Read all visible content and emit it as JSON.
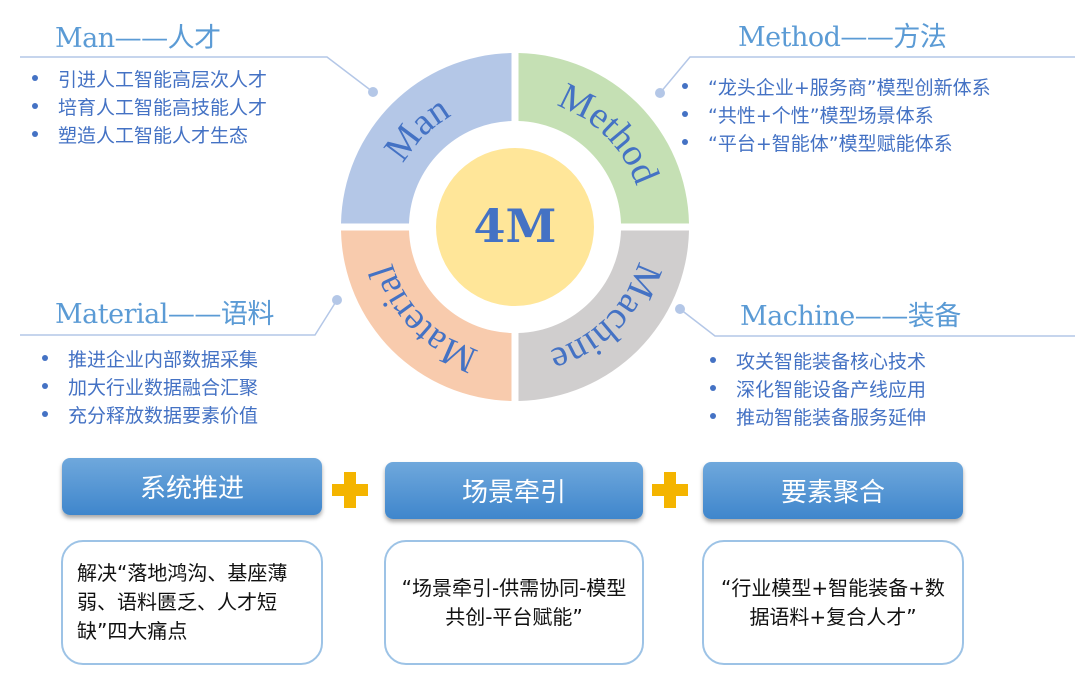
{
  "center_label": "4M",
  "ring": {
    "segments": [
      {
        "label": "Man",
        "color": "#b4c7e7"
      },
      {
        "label": "Method",
        "color": "#c5e0b4"
      },
      {
        "label": "Machine",
        "color": "#d0cece"
      },
      {
        "label": "Material",
        "color": "#f8cbad"
      }
    ],
    "center_color": "#ffe699",
    "text_color": "#4472c4"
  },
  "sections": {
    "man": {
      "title": "Man——人才",
      "bullets": [
        "引进人工智能高层次人才",
        "培育人工智能高技能人才",
        "塑造人工智能人才生态"
      ]
    },
    "method": {
      "title": "Method——方法",
      "bullets": [
        "“龙头企业+服务商”模型创新体系",
        "“共性+个性”模型场景体系",
        "“平台+智能体”模型赋能体系"
      ]
    },
    "material": {
      "title": "Material——语料",
      "bullets": [
        "推进企业内部数据采集",
        "加大行业数据融合汇聚",
        "充分释放数据要素价值"
      ]
    },
    "machine": {
      "title": "Machine——装备",
      "bullets": [
        "攻关智能装备核心技术",
        "深化智能设备产线应用",
        "推动智能装备服务延伸"
      ]
    }
  },
  "pillars": [
    {
      "label": "系统推进",
      "desc": "解决“落地鸿沟、基座薄弱、语料匮乏、人才短缺”四大痛点"
    },
    {
      "label": "场景牵引",
      "desc": "“场景牵引-供需协同-模型共创-平台赋能”"
    },
    {
      "label": "要素聚合",
      "desc": "“行业模型+智能装备+数据语料+复合人才”"
    }
  ]
}
